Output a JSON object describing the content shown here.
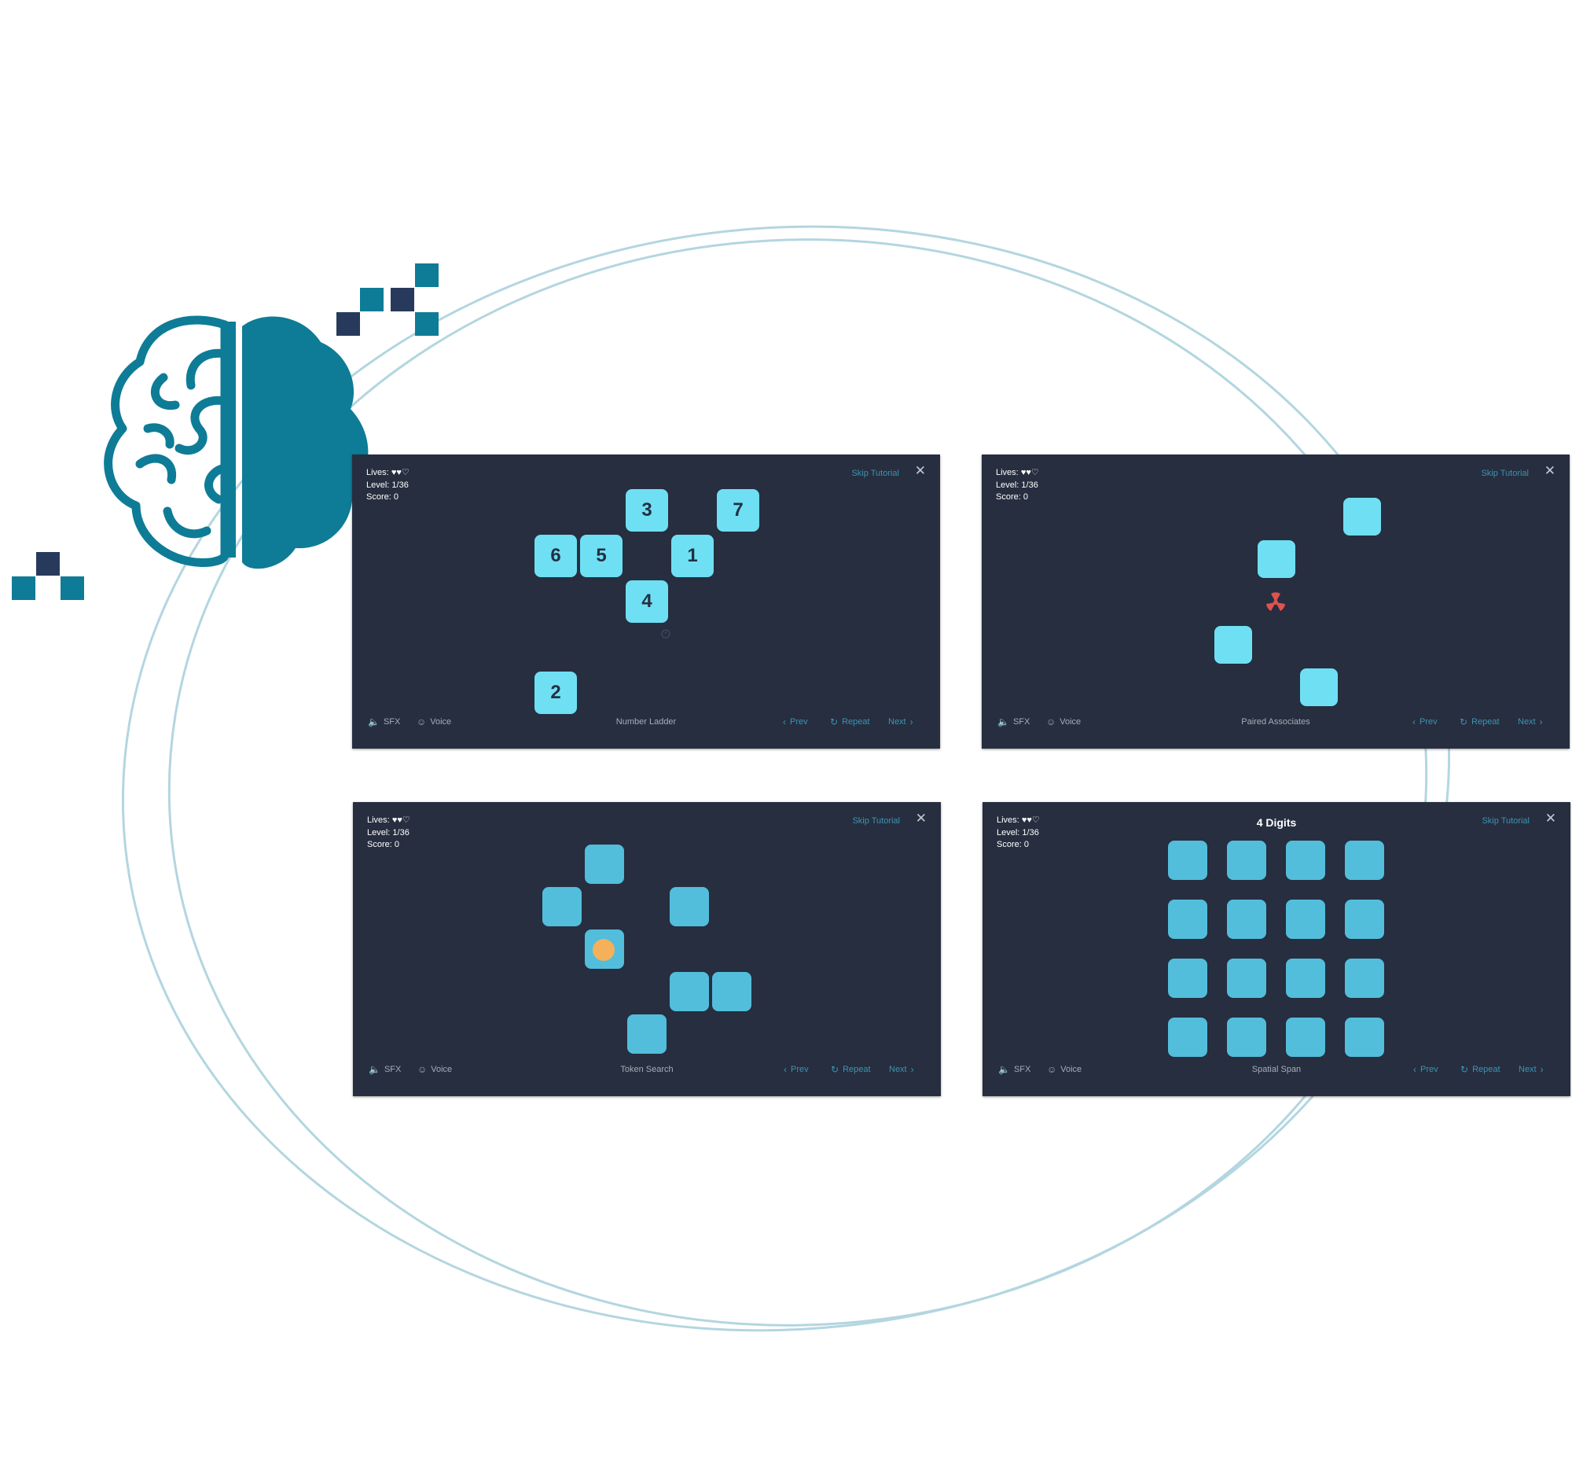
{
  "brand": {
    "icon": "brain-icon"
  },
  "common": {
    "lives_label": "Lives:",
    "hearts": "♥♥♡",
    "level_label": "Level:",
    "level_value": "1/36",
    "score_label": "Score:",
    "score_value": "0",
    "skip_label": "Skip Tutorial",
    "close_glyph": "✕",
    "sfx_label": "SFX",
    "voice_label": "Voice",
    "prev_label": "Prev",
    "repeat_label": "Repeat",
    "next_label": "Next"
  },
  "panels": {
    "number_ladder": {
      "name": "Number Ladder",
      "tiles": [
        "3",
        "7",
        "6",
        "5",
        "1",
        "4",
        "2"
      ]
    },
    "paired_associates": {
      "name": "Paired Associates",
      "hazard_icon": "radiation-icon"
    },
    "token_search": {
      "name": "Token Search"
    },
    "spatial_span": {
      "name": "Spatial Span",
      "heading": "4 Digits"
    }
  },
  "colors": {
    "teal": "#0e7c96",
    "navy": "#283a5c",
    "panel_bg": "#262e3f",
    "tile_light": "#6fdff4",
    "tile_mid": "#52bedc",
    "token": "#f5b05a",
    "hazard": "#e0524e",
    "link": "#3d94b3"
  }
}
